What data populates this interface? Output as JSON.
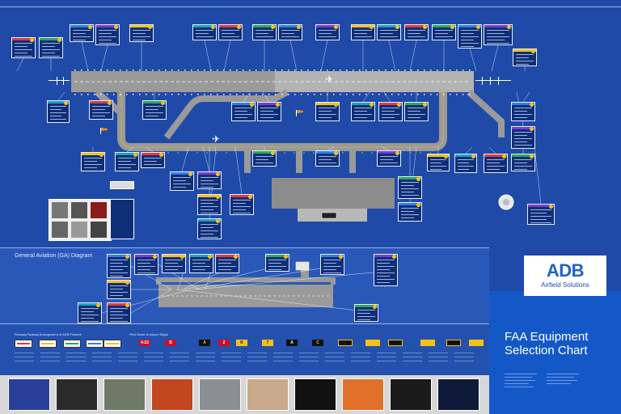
{
  "header": {},
  "ga": {
    "title": "General Aviation (GA) Diagram"
  },
  "brand": {
    "logo": "ADB",
    "tagline": "Airfield Solutions"
  },
  "chart": {
    "title_line1": "FAA Equipment",
    "title_line2": "Selection Chart"
  },
  "legend": {
    "lights_title": "Runway/Taxiway Arrangement of ADB Fixtures",
    "signs_title": "Pilot Guide to Airport Signs"
  },
  "sign_labels": [
    "4-22",
    "B",
    "A",
    "2",
    "K",
    "7",
    "A",
    "C"
  ],
  "colors": {
    "background": "#1f4aa8",
    "panel": "#2a58b8",
    "card": "#0f2e78",
    "pavement": "#9a9a9a",
    "apron": "#8c8c8c",
    "accent_yellow": "#f2c21b",
    "sign_red": "#c8102e",
    "brand_blue": "#1f63c7"
  },
  "icons": [
    "airplane-icon",
    "windsock-icon",
    "beacon-icon",
    "runway-light-icon",
    "sign-icon"
  ]
}
